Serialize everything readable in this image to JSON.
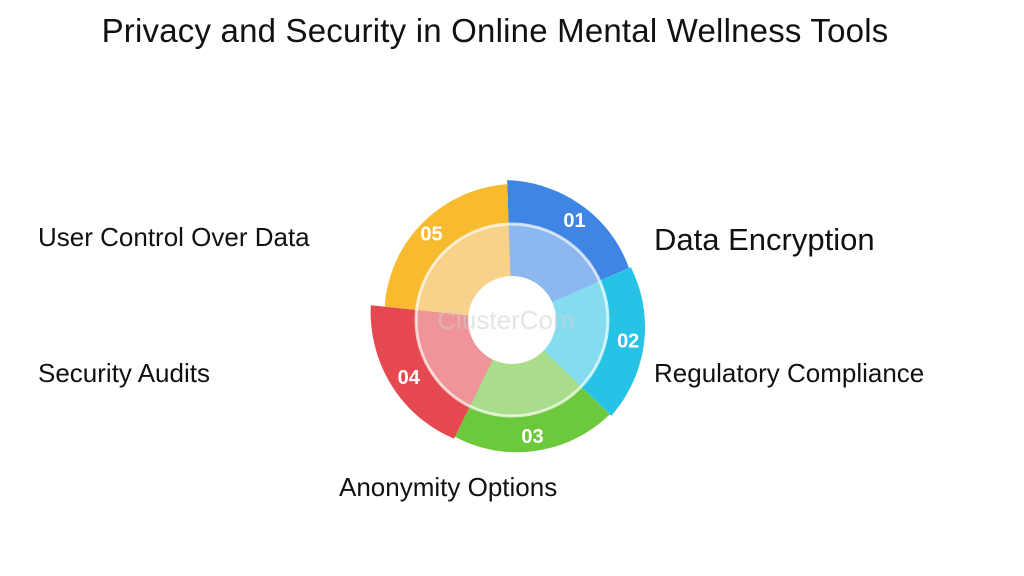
{
  "title": "Privacy and Security in Online Mental Wellness Tools",
  "segments": [
    {
      "number": "01",
      "label": "Data Encryption",
      "color": "#3f86e4",
      "inner_color": "#8cb8ef"
    },
    {
      "number": "02",
      "label": "Regulatory Compliance",
      "color": "#27c3e6",
      "inner_color": "#86dcef"
    },
    {
      "number": "03",
      "label": "Anonymity Options",
      "color": "#6cc93c",
      "inner_color": "#a9dd8c"
    },
    {
      "number": "04",
      "label": "Security Audits",
      "color": "#e5494f",
      "inner_color": "#ef9498"
    },
    {
      "number": "05",
      "label": "User Control Over Data",
      "color": "#f8ba2f",
      "inner_color": "#f8d28a"
    }
  ],
  "watermark": "ClusterCom"
}
